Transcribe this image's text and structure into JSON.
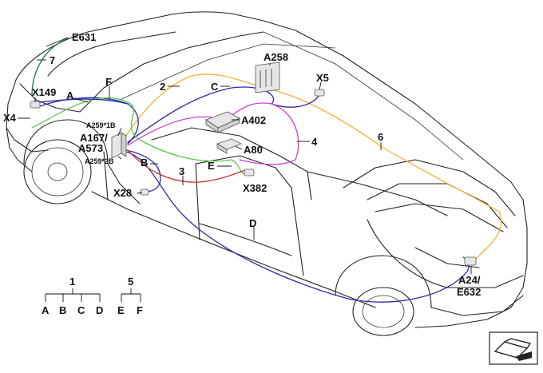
{
  "labels": {
    "E631": "E631",
    "n7": "7",
    "X149": "X149",
    "A": "A",
    "F": "F",
    "X4": "X4",
    "A259_1B": "A259*1B",
    "A167": "A167/",
    "A573": "A573",
    "A259_2B": "A259*2B",
    "B": "B",
    "X28": "X28",
    "n3": "3",
    "E": "E",
    "X382": "X382",
    "n2": "2",
    "C": "C",
    "A258": "A258",
    "X5": "X5",
    "A402": "A402",
    "A80": "A80",
    "n4": "4",
    "n6": "6",
    "D": "D",
    "A24": "A24/",
    "E632": "E632"
  },
  "legend": {
    "group1_number": "1",
    "group1_items": [
      "A",
      "B",
      "C",
      "D"
    ],
    "group5_number": "5",
    "group5_items": [
      "E",
      "F"
    ]
  },
  "colors": {
    "wire_blue": "#2c2ca8",
    "wire_green": "#59c94a",
    "wire_orange": "#f2b13a",
    "wire_magenta": "#d040d0",
    "wire_red": "#c83232",
    "wire_darkgreen": "#1e7a3a",
    "outline": "#222222"
  },
  "icons": {
    "view_indicator": "vehicle-view-arrow-icon"
  }
}
